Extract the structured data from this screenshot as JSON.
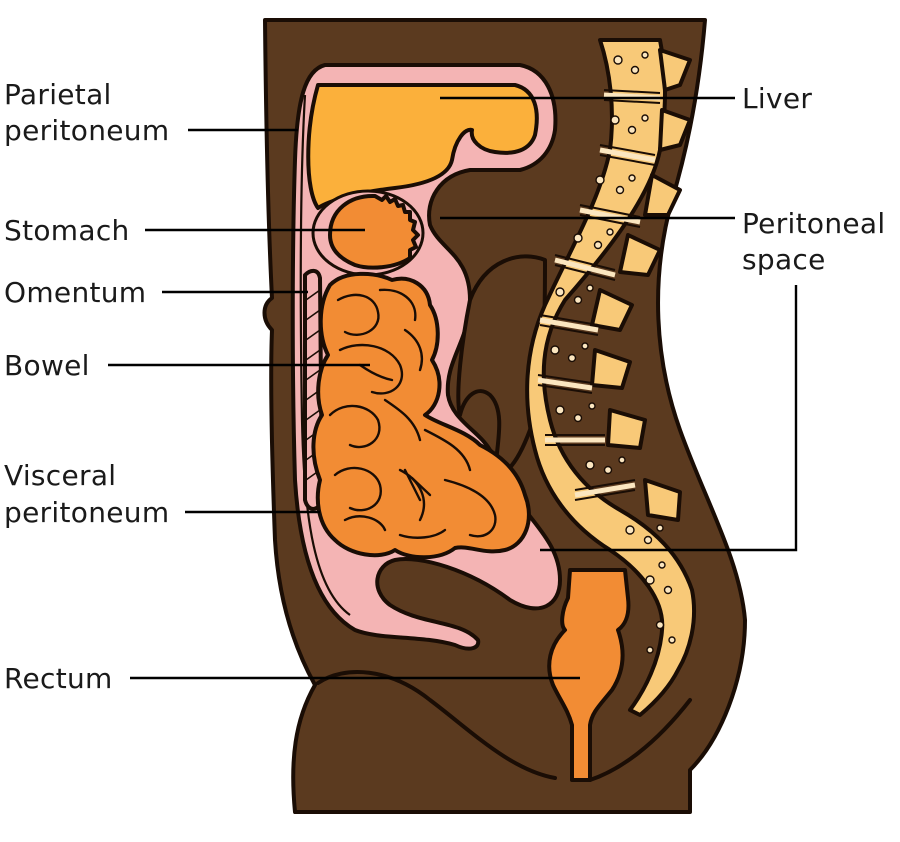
{
  "labels": {
    "parietal_1": "Parietal",
    "parietal_2": "peritoneum",
    "stomach": "Stomach",
    "omentum": "Omentum",
    "bowel": "Bowel",
    "visceral_1": "Visceral",
    "visceral_2": "peritoneum",
    "rectum": "Rectum",
    "liver": "Liver",
    "peritoneal_1": "Peritoneal",
    "peritoneal_2": "space"
  },
  "colors": {
    "body": "#5b3a1f",
    "peritoneum": "#f4b4b4",
    "liver": "#fbb03b",
    "organ": "#f28c34",
    "bone": "#f8c978",
    "outline": "#1a0d05"
  }
}
